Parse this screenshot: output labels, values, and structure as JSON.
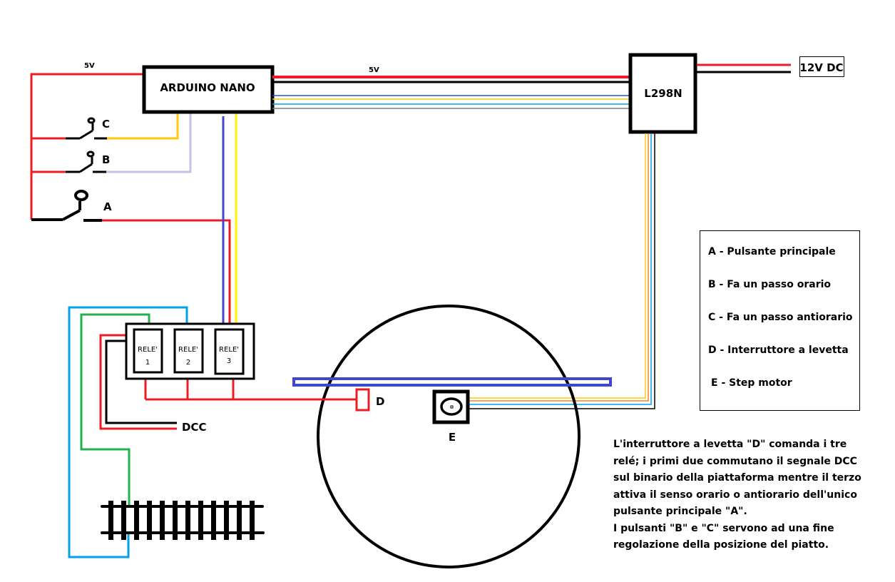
{
  "labels": {
    "arduino": "ARDUINO NANO",
    "driver": "L298N",
    "power": "12V DC",
    "v5_left": "5V",
    "v5_top": "5V",
    "switch_a": "A",
    "switch_b": "B",
    "switch_c": "C",
    "toggle_d": "D",
    "motor_e": "E",
    "dcc": "DCC"
  },
  "relays": [
    {
      "title": "RELE'",
      "number": "1"
    },
    {
      "title": "RELE'",
      "number": "2"
    },
    {
      "title": "RELE'",
      "number": "3"
    }
  ],
  "legend": [
    "A - Pulsante principale",
    "B - Fa un passo orario",
    "C - Fa un passo antiorario",
    "D - Interruttore a levetta",
    "E - Step motor"
  ],
  "description": [
    "L'interruttore a levetta \"D\" comanda i tre",
    "relé; i primi due commutano il segnale DCC",
    "sul binario della piattaforma mentre il terzo",
    "attiva il senso orario o antiorario dell'unico",
    "pulsante principale \"A\".",
    "I pulsanti \"B\" e \"C\" servono ad una fine",
    "regolazione della posizione del piatto."
  ],
  "colors": {
    "red": "#ed1c24",
    "black": "#000000",
    "blue": "#3f48cc",
    "yellow": "#fff200",
    "gold": "#ffc90e",
    "lavender": "#c8bfe7",
    "cyan": "#00a2e8",
    "green": "#22b14c",
    "orange": "#ff7f27",
    "gray": "#7f7f7f"
  }
}
